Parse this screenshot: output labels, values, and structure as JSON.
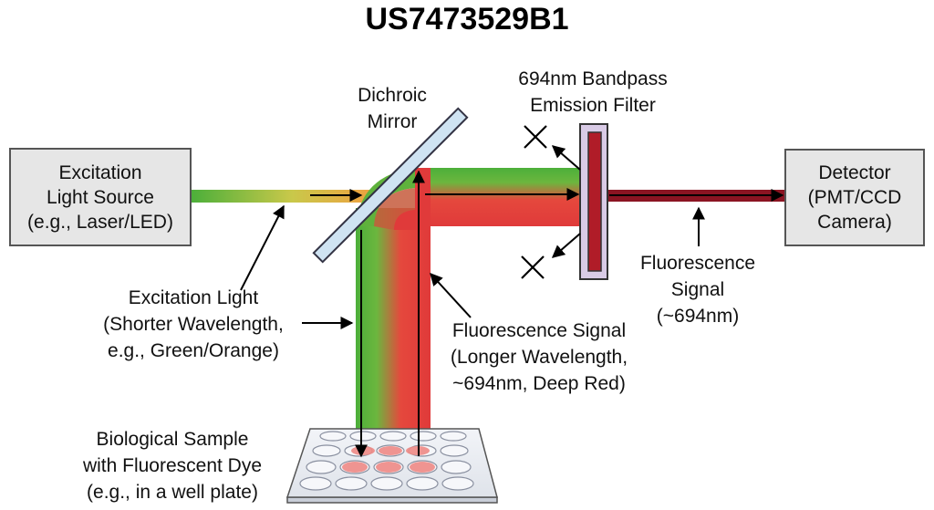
{
  "title": "US7473529B1",
  "source": {
    "lines": [
      "Excitation",
      "Light Source",
      "(e.g., Laser/LED)"
    ]
  },
  "detector": {
    "lines": [
      "Detector",
      "(PMT/CCD",
      "Camera)"
    ]
  },
  "labels": {
    "dichroic": [
      "Dichroic",
      "Mirror"
    ],
    "filter": [
      "694nm Bandpass",
      "Emission Filter"
    ],
    "excitation_light": [
      "Excitation Light",
      "(Shorter Wavelength,",
      "e.g., Green/Orange)"
    ],
    "fluorescence_main": [
      "Fluorescence Signal",
      "(Longer Wavelength,",
      "~694nm, Deep Red)"
    ],
    "fluorescence_right": [
      "Fluorescence",
      "Signal",
      "(~694nm)"
    ],
    "sample": [
      "Biological Sample",
      "with Fluorescent Dye",
      "(e.g., in a well plate)"
    ]
  },
  "colors": {
    "green": "#4caf3a",
    "orange": "#f0a040",
    "red": "#e03a3a",
    "deep_red": "#8b1422",
    "mirror": "#cfe3f2",
    "filter_frame": "#d9cbe6",
    "box_fill": "#e6e6e6"
  }
}
